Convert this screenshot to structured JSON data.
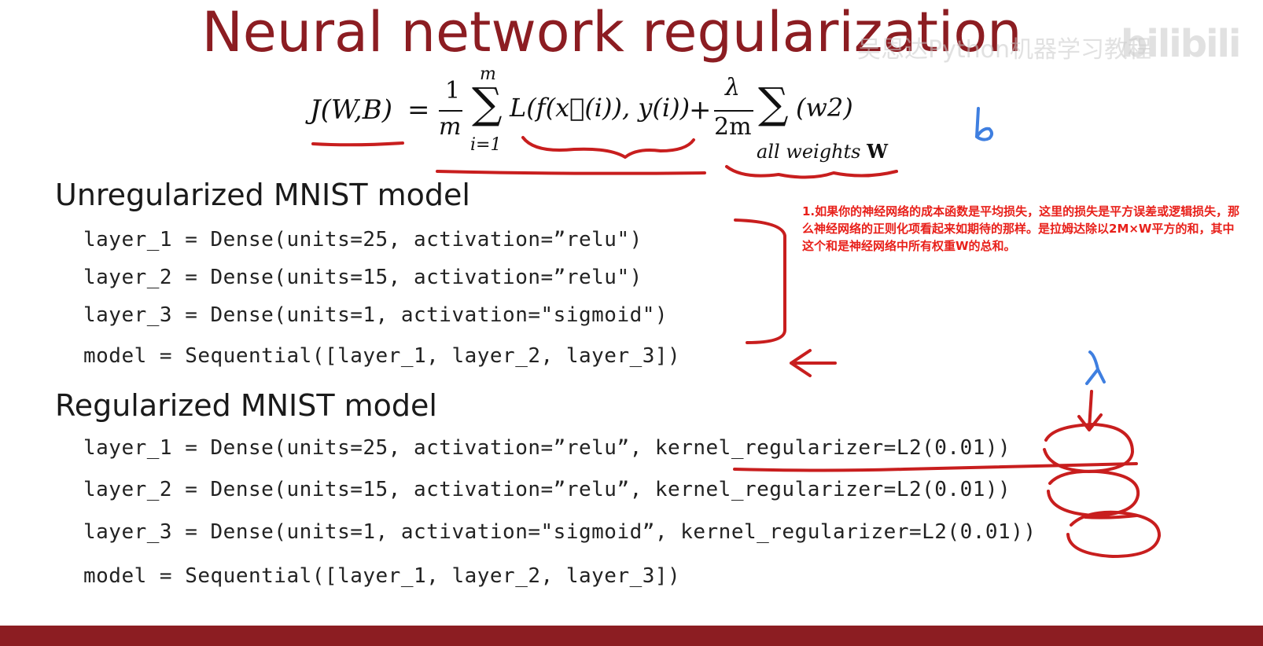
{
  "slide": {
    "title": "Neural network regularization",
    "watermark": "吴恩达Python机器学习教程",
    "watermark_logo": "bilibili",
    "formula": {
      "lhs": "J(W,B)",
      "equals": "=",
      "frac1_num": "1",
      "frac1_den": "m",
      "sum_upper": "m",
      "sum_lower": "i=1",
      "loss_term": "L(f(x⃗(i)), y(i))",
      "plus": "+",
      "frac2_num": "λ",
      "frac2_den": "2m",
      "reg_term": "(w2)",
      "sum2_lower_text": "all weights",
      "sum2_lower_bold": "W"
    },
    "handwritten": {
      "b_label": "b",
      "lambda_label": "λ"
    },
    "sections": [
      {
        "heading": "Unregularized MNIST model",
        "lines": [
          "layer_1 = Dense(units=25, activation=”relu\")",
          "layer_2 = Dense(units=15, activation=”relu\")",
          "layer_3 = Dense(units=1, activation=\"sigmoid\")",
          "model = Sequential([layer_1, layer_2, layer_3])"
        ]
      },
      {
        "heading": "Regularized MNIST model",
        "lines": [
          "layer_1 = Dense(units=25, activation=”relu”, kernel_regularizer=L2(0.01))",
          "layer_2 = Dense(units=15, activation=”relu”, kernel_regularizer=L2(0.01))",
          "layer_3 = Dense(units=1, activation=\"sigmoid”, kernel_regularizer=L2(0.01))",
          "model = Sequential([layer_1, layer_2, layer_3])"
        ]
      }
    ],
    "note": "1.如果你的神经网络的成本函数是平均损失，这里的损失是平方误差或逻辑损失，那么神经网络的正则化项看起来如期待的那样。是拉姆达除以2M×W平方的和，其中这个和是神经网络中所有权重W的总和。"
  },
  "colors": {
    "title": "#8c1d22",
    "ink_red": "#c81e1e",
    "ink_blue": "#3f7fe0",
    "note_red": "#e8201a",
    "footer_bar": "#8c1d22"
  }
}
